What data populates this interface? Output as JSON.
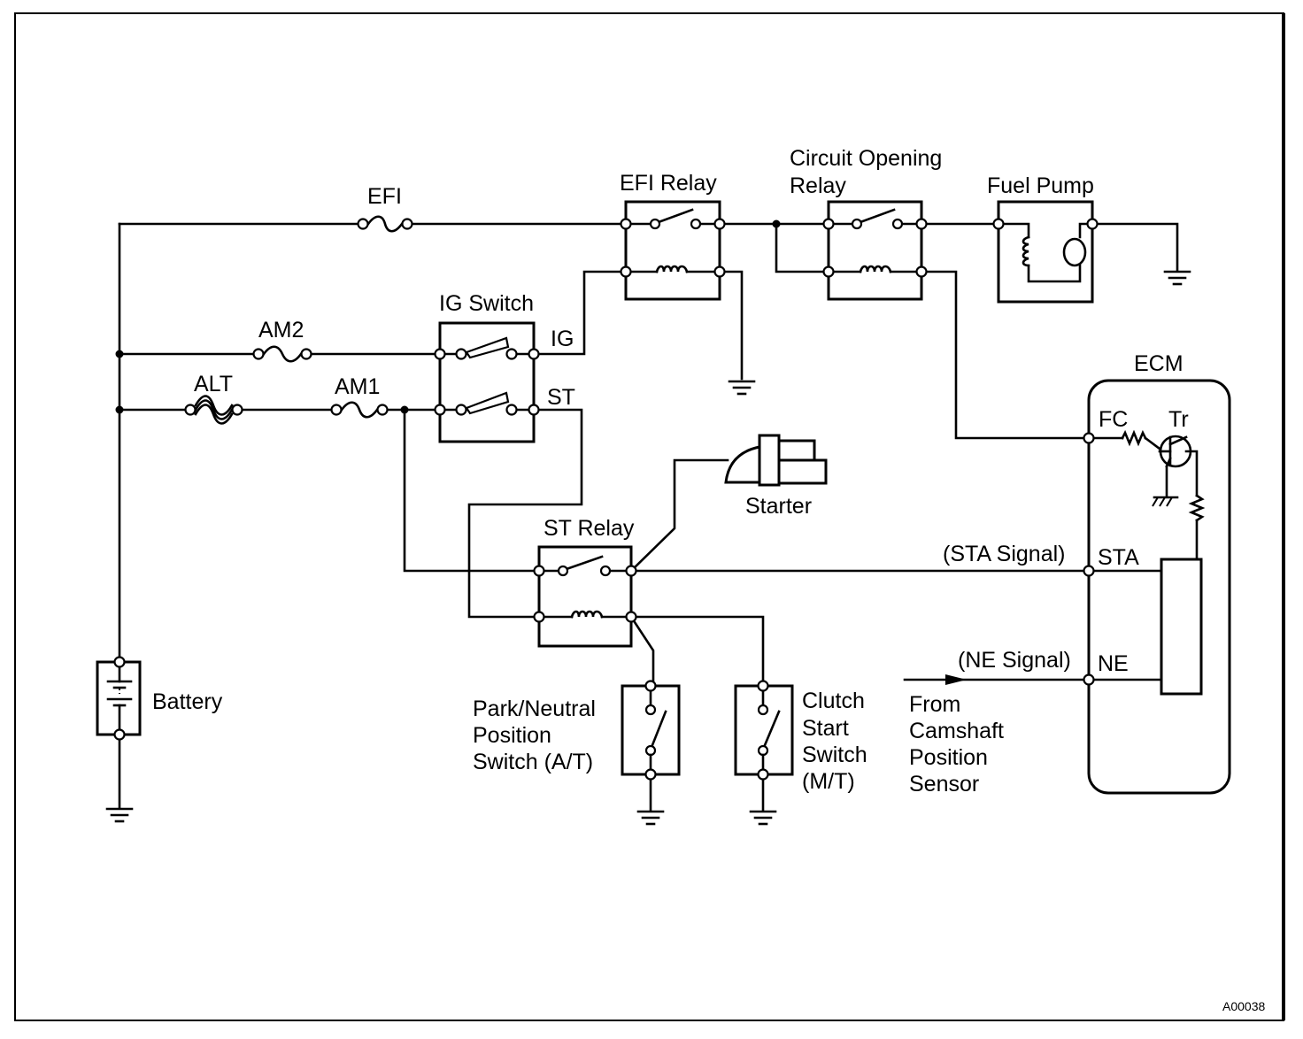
{
  "labels": {
    "efi_fuse": "EFI",
    "efi_relay": "EFI Relay",
    "circuit_opening_relay_line1": "Circuit Opening",
    "circuit_opening_relay_line2": "Relay",
    "fuel_pump": "Fuel Pump",
    "ig_switch": "IG Switch",
    "am2": "AM2",
    "alt": "ALT",
    "am1": "AM1",
    "ig": "IG",
    "st": "ST",
    "ecm": "ECM",
    "fc": "FC",
    "tr": "Tr",
    "starter": "Starter",
    "st_relay": "ST Relay",
    "sta_signal": "(STA Signal)",
    "sta": "STA",
    "ne_signal": "(NE Signal)",
    "ne": "NE",
    "battery": "Battery",
    "park_neutral_line1": "Park/Neutral",
    "park_neutral_line2": "Position",
    "park_neutral_line3": "Switch (A/T)",
    "clutch_line1": "Clutch",
    "clutch_line2": "Start",
    "clutch_line3": "Switch",
    "clutch_line4": "(M/T)",
    "from_line1": "From",
    "from_line2": "Camshaft",
    "from_line3": "Position",
    "from_line4": "Sensor",
    "figure_code": "A00038"
  }
}
